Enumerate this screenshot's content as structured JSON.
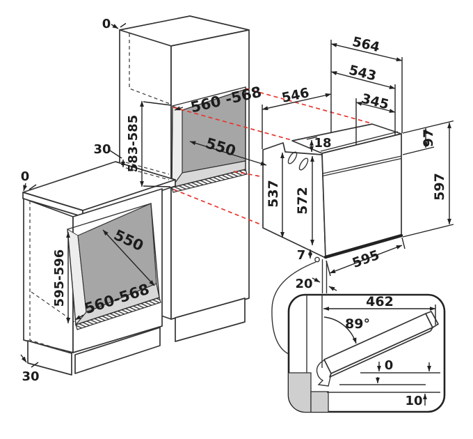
{
  "title": "Built-in oven installation dimensions diagram",
  "colors": {
    "line": "#333333",
    "projection_red": "#e8342c",
    "niche_back_panel": "#a6a6a6",
    "niche_floor": "#d8d8d8",
    "inset_base_gray": "#cfcfcf"
  },
  "tall_unit": {
    "gap_top": "0",
    "gap_back": "30",
    "niche_height": "583-585",
    "niche_width": "560 -568",
    "niche_depth": "550"
  },
  "base_unit": {
    "gap_top": "0",
    "niche_height": "595-596",
    "niche_depth": "550",
    "niche_width": "560-568",
    "plinth_gap": "30"
  },
  "oven": {
    "depth_total": "564",
    "depth_body": "543",
    "depth_partial": "345",
    "depth_clearance": "546",
    "top_step": "18",
    "height_side": "537",
    "height_front": "572",
    "width_bottom": "595",
    "panel_height": "97",
    "height_total": "597",
    "hole_offset": "7",
    "front_gap": "20"
  },
  "door_detail": {
    "door_width": "462",
    "opening_angle": "89°",
    "bottom_flush": "0",
    "bottom_gap": "10"
  }
}
